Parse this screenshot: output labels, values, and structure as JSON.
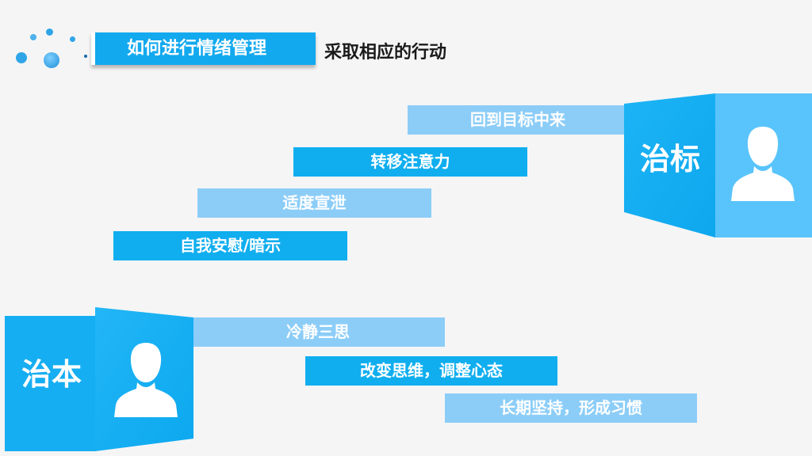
{
  "header": {
    "title": "如何进行情绪管理",
    "subtitle": "采取相应的行动"
  },
  "top_group": {
    "label": "治标",
    "items": [
      "回到目标中来",
      "转移注意力",
      "适度宣泄",
      "自我安慰/暗示"
    ]
  },
  "bottom_group": {
    "label": "治本",
    "items": [
      "冷静三思",
      "改变思维，调整心态",
      "长期坚持，形成习惯"
    ]
  },
  "colors": {
    "primary": "#10aeef",
    "light": "#8ccdf8",
    "cube_front": "#19b2f3",
    "cube_side": "#5cc6fb"
  },
  "icons": [
    "decorative-dots",
    "person-silhouette-icon"
  ]
}
